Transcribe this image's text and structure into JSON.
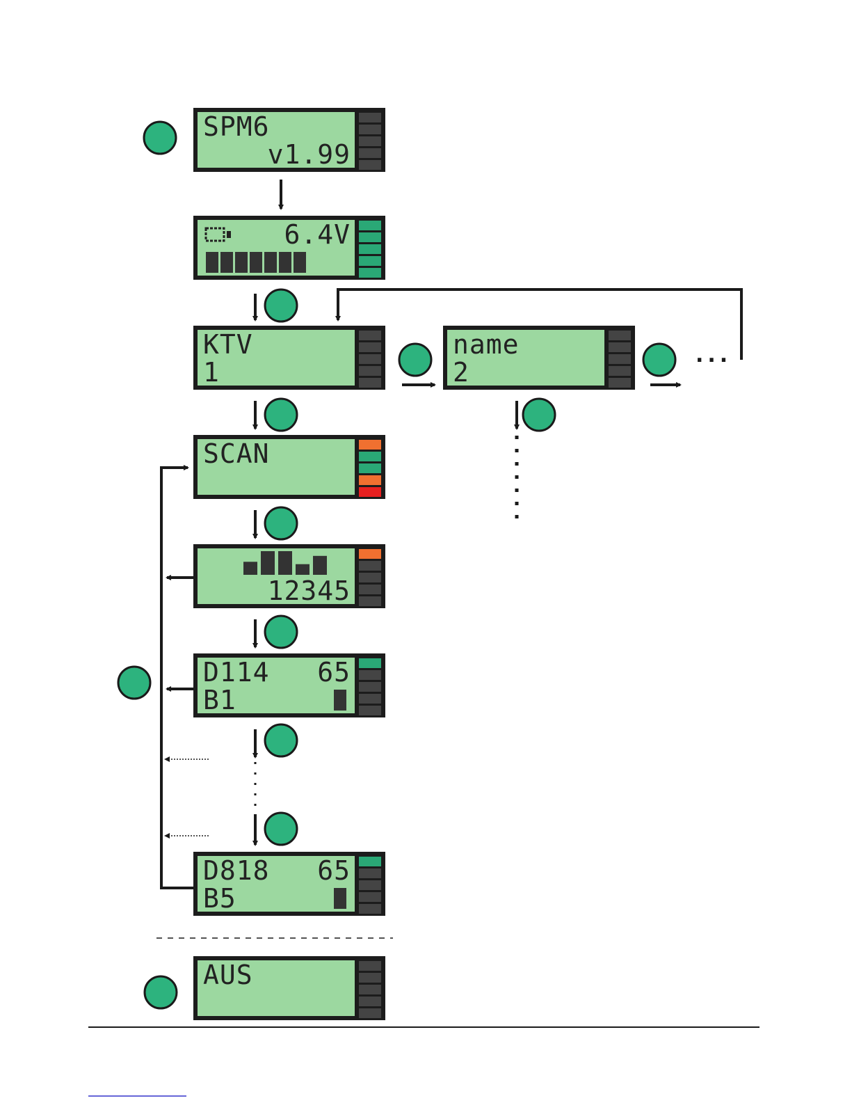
{
  "colors": {
    "lcd_bg": "#9cd8a0",
    "frame": "#1c1c1c",
    "led_off": "#444444",
    "green": "#2aa876",
    "orange": "#f07030",
    "red": "#e82020",
    "button_fill": "#2db37e",
    "line": "#1a1a1a"
  },
  "screens": [
    {
      "id": "spm6",
      "line1": "SPM6",
      "line2": "v1.99",
      "leds": [
        "off",
        "off",
        "off",
        "off",
        "off"
      ]
    },
    {
      "id": "battery",
      "line1": "6.4V",
      "line2": "",
      "leds": [
        "green",
        "green",
        "green",
        "green",
        "green"
      ],
      "battery_icon": "battery-icon",
      "bar_blocks": 7
    },
    {
      "id": "ktv",
      "line1": "KTV",
      "line2": "1",
      "leds": [
        "off",
        "off",
        "off",
        "off",
        "off"
      ]
    },
    {
      "id": "name",
      "line1": "name",
      "line2": "2",
      "leds": [
        "off",
        "off",
        "off",
        "off",
        "off"
      ]
    },
    {
      "id": "scan",
      "line1": "SCAN",
      "line2": "",
      "leds": [
        "orange",
        "green",
        "green",
        "orange",
        "red"
      ]
    },
    {
      "id": "channels",
      "line1": "",
      "line2": "12345",
      "leds": [
        "orange",
        "off",
        "off",
        "off",
        "off"
      ],
      "channel_levels": [
        0.55,
        1.0,
        1.0,
        0.45,
        0.8
      ]
    },
    {
      "id": "d114",
      "line1": "D114",
      "line1_right": "65",
      "line2": "B1",
      "leds": [
        "green",
        "off",
        "off",
        "off",
        "off"
      ]
    },
    {
      "id": "d818",
      "line1": "D818",
      "line1_right": "65",
      "line2": "B5",
      "leds": [
        "green",
        "off",
        "off",
        "off",
        "off"
      ]
    },
    {
      "id": "aus",
      "line1": "AUS",
      "line2": "",
      "leds": [
        "off",
        "off",
        "off",
        "off",
        "off"
      ]
    }
  ],
  "ellipsis": "..."
}
